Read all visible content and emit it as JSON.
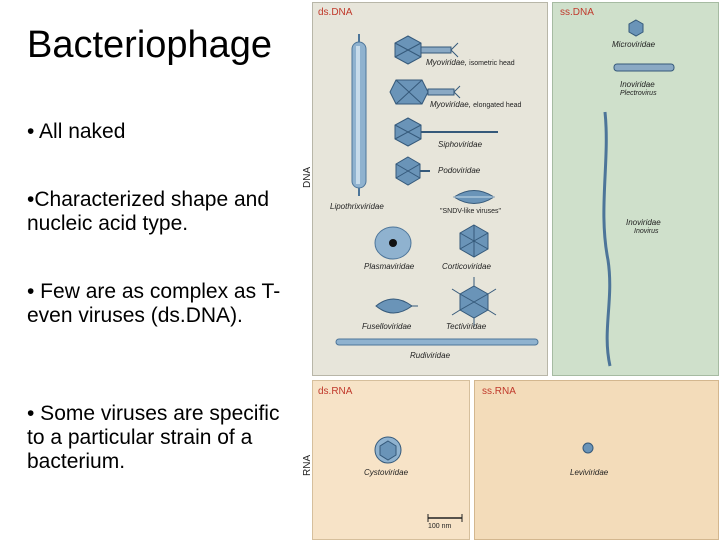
{
  "slide": {
    "title": "Bacteriophage",
    "bullets": [
      "• All naked",
      "•Characterized shape and nucleic acid type.",
      "• Few are as complex as T-even viruses (ds.DNA).",
      "• Some viruses are specific to a particular strain of a bacterium."
    ]
  },
  "figure": {
    "side_labels": {
      "dna": "DNA",
      "rna": "RNA"
    },
    "headers": {
      "dsdna": "ds.DNA",
      "ssdna": "ss.DNA",
      "dsrna": "ds.RNA",
      "ssrna": "ss.RNA"
    },
    "labels": {
      "myo1_family": "Myoviridae,",
      "myo1_note": "isometric head",
      "myo2_family": "Myoviridae,",
      "myo2_note": "elongated head",
      "sipho": "Siphoviridae",
      "podo": "Podoviridae",
      "lipothrix": "Lipothrixviridae",
      "sndv": "\"SNDV-like viruses\"",
      "plasma": "Plasmaviridae",
      "cortico": "Corticoviridae",
      "fusello": "Fuselloviridae",
      "tecti": "Tectiviridae",
      "rudi": "Rudiviridae",
      "micro": "Microviridae",
      "ino1": "Inoviridae",
      "plectro": "Plectrovirus",
      "ino2": "Inoviridae",
      "inovirus": "Inovirus",
      "cysto": "Cystoviridae",
      "levi": "Leviviridae",
      "scale": "100 nm"
    },
    "colors": {
      "dsdna_bg": "#e7e5da",
      "ssdna_bg": "#cfe0cb",
      "dsrna_bg": "#f7e3c7",
      "ssrna_bg": "#f3dcba",
      "virus_blue": "#6a94b8"
    }
  }
}
